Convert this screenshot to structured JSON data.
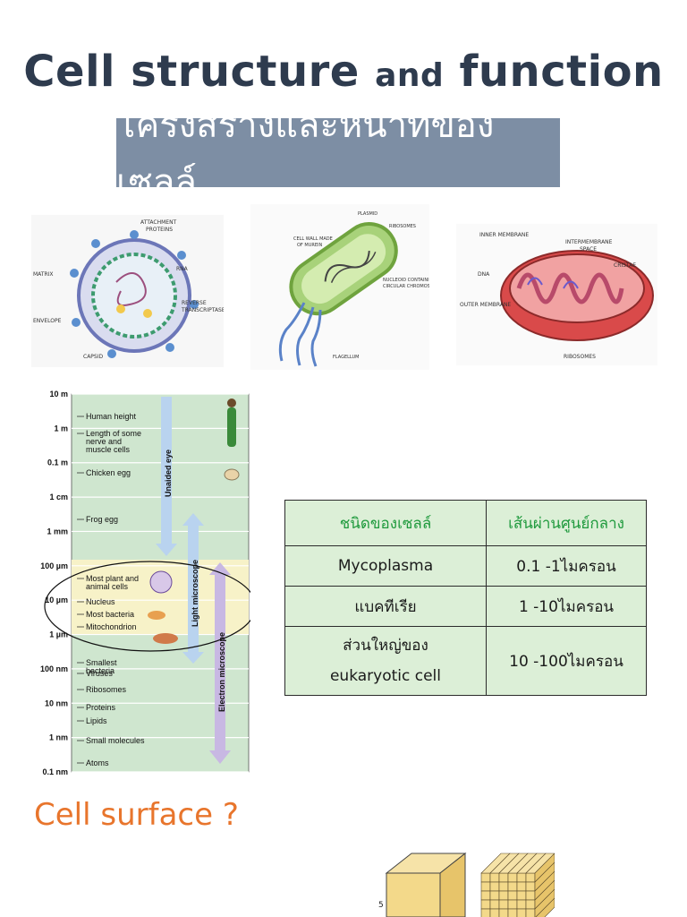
{
  "header": {
    "title_part1": "Cell structure",
    "title_part2": "and",
    "title_part3": "function",
    "thai_subtitle": "โครงสร้างและหน้าที่ของเซลล์"
  },
  "virus_diagram": {
    "labels": [
      "ATTACHMENT PROTEINS",
      "RNA",
      "REVERSE TRANSCRIPTASE",
      "CAPSID",
      "ENVELOPE",
      "MATRIX"
    ]
  },
  "bacterium_diagram": {
    "labels": [
      "PLASMID",
      "RIBOSOMES",
      "CELL WALL MADE OF MUREIN",
      "NUCLEOID CONTAINING CIRCULAR CHROMOSOME",
      "FLAGELLUM"
    ]
  },
  "mitochondrion_diagram": {
    "labels": [
      "INNER MEMBRANE",
      "INTERMEMBRANE SPACE",
      "CRISTAE",
      "DNA",
      "OUTER MEMBRANE",
      "RIBOSOMES"
    ]
  },
  "size_scale": {
    "ticks": [
      "10 m",
      "1 m",
      "0.1 m",
      "1 cm",
      "1 mm",
      "100 µm",
      "10 µm",
      "1 µm",
      "100 nm",
      "10 nm",
      "1 nm",
      "0.1 nm"
    ],
    "items": [
      "Human height",
      "Length of some nerve and muscle cells",
      "Chicken egg",
      "Frog egg",
      "Most plant and animal cells",
      "Nucleus",
      "Most bacteria",
      "Mitochondrion",
      "Smallest bacteria",
      "Viruses",
      "Ribosomes",
      "Proteins",
      "Lipids",
      "Small molecules",
      "Atoms"
    ],
    "ranges": [
      "Unaided eye",
      "Light microscope",
      "Electron microscope"
    ]
  },
  "size_table": {
    "headers": [
      "ชนิดของเซลล์",
      "เส้นผ่านศูนย์กลาง"
    ],
    "rows": [
      {
        "cell": "Mycoplasma",
        "size": "0.1 -1ไมครอน"
      },
      {
        "cell": "แบคทีเรีย",
        "size": "1 -10ไมครอน"
      },
      {
        "cell": "ส่วนใหญ่ของ eukaryotic cell",
        "size": "10 -100ไมครอน"
      }
    ]
  },
  "surface_heading": "Cell surface ?",
  "cube_label": "5",
  "colors": {
    "title": "#2e3b4e",
    "banner": "#7d8ea4",
    "table_bg": "#dcefd7",
    "table_header": "#1f9a3d",
    "surface_heading": "#e8752c",
    "scale_bg": "#cfe6cf"
  }
}
